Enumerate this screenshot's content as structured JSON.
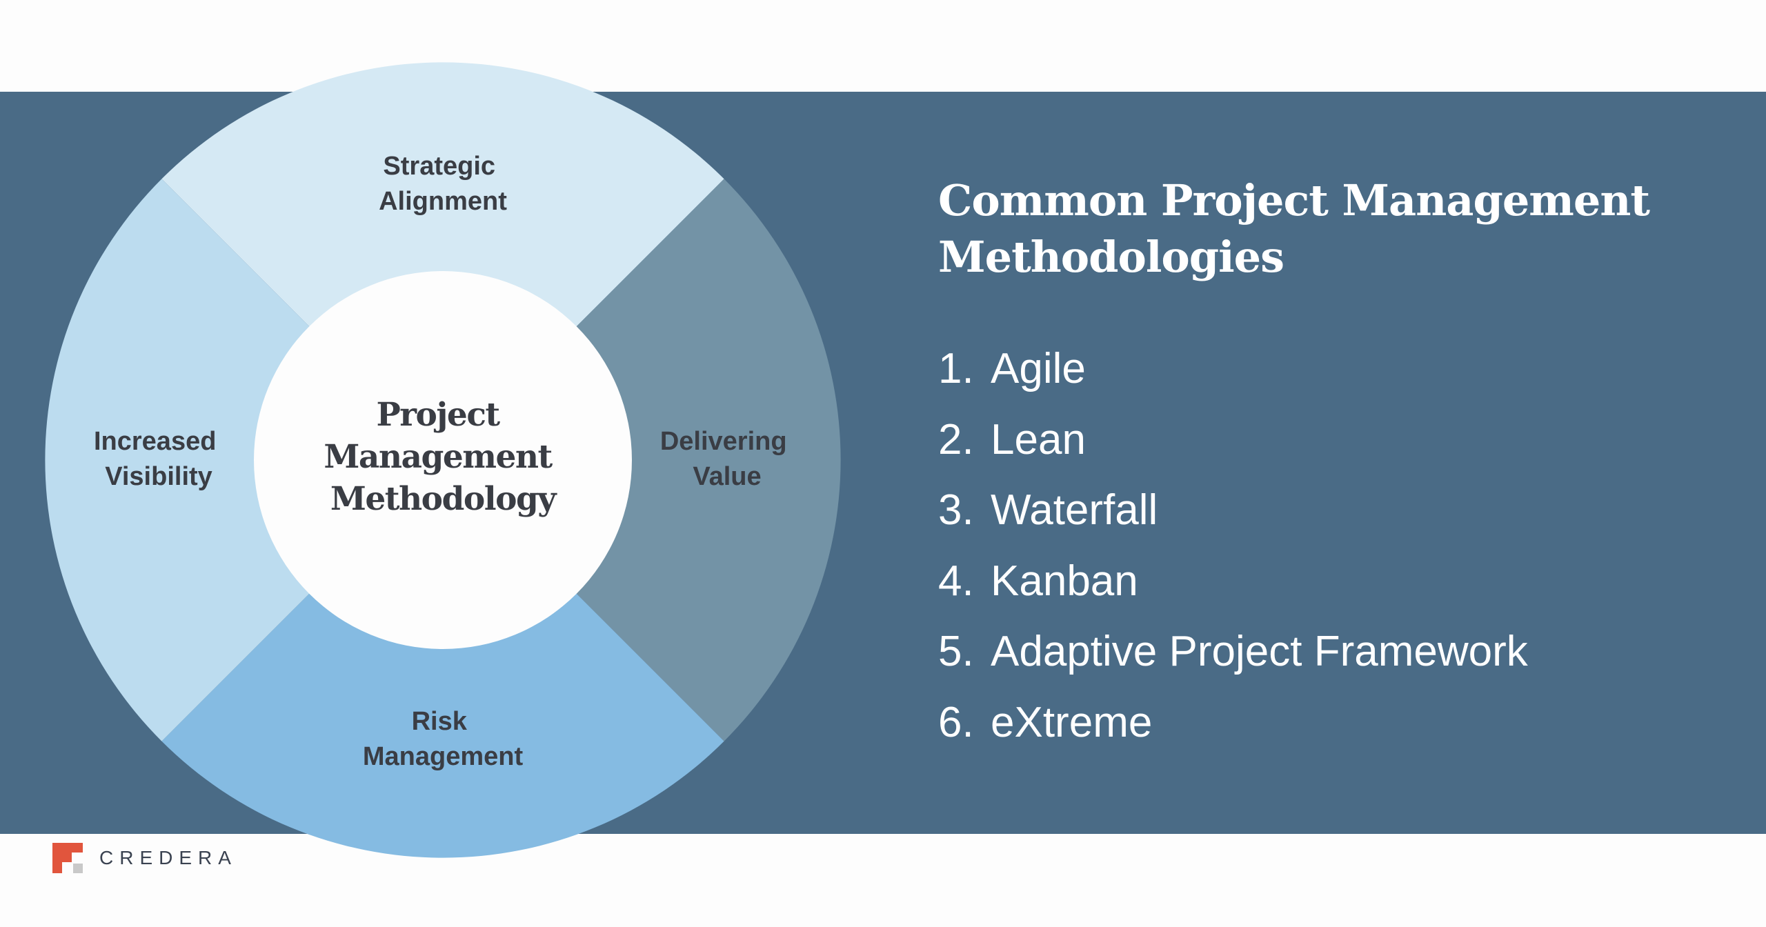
{
  "diagram": {
    "center_label_lines": [
      "Project",
      "Management",
      "Methodology"
    ],
    "segments": [
      {
        "id": "top",
        "label_lines": [
          "Strategic",
          "Alignment"
        ],
        "color": "#d5e9f4"
      },
      {
        "id": "right",
        "label_lines": [
          "Delivering",
          "Value"
        ],
        "color": "#7393a6"
      },
      {
        "id": "bottom",
        "label_lines": [
          "Risk",
          "Management"
        ],
        "color": "#85bbe2"
      },
      {
        "id": "left",
        "label_lines": [
          "Increased",
          "Visibility"
        ],
        "color": "#bcdcef"
      }
    ]
  },
  "methodologies": {
    "title_lines": [
      "Common Project Management",
      "Methodologies"
    ],
    "items": [
      {
        "number": "1.",
        "name": "Agile"
      },
      {
        "number": "2.",
        "name": "Lean"
      },
      {
        "number": "3.",
        "name": "Waterfall"
      },
      {
        "number": "4.",
        "name": "Kanban"
      },
      {
        "number": "5.",
        "name": "Adaptive Project Framework"
      },
      {
        "number": "6.",
        "name": "eXtreme"
      }
    ]
  },
  "brand": {
    "name": "CREDERA",
    "logo_icon": "credera-logo-icon",
    "accent_color": "#e1553d"
  },
  "colors": {
    "band": "#4a6b86",
    "background": "#fdfdfd",
    "label_text": "#3a3d44",
    "list_text": "#ffffff"
  }
}
